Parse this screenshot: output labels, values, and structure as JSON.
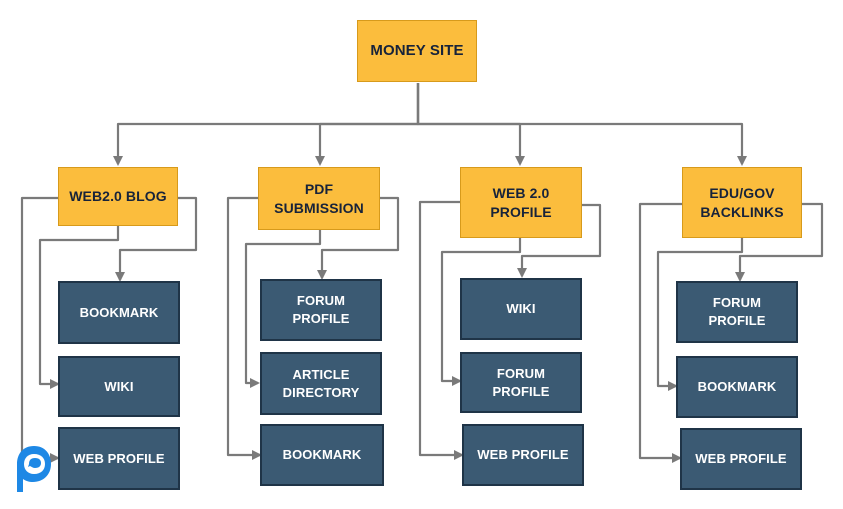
{
  "diagram": {
    "root": "MONEY SITE",
    "branches": [
      {
        "title": "WEB2.0 BLOG",
        "children": [
          "BOOKMARK",
          "WIKI",
          "WEB PROFILE"
        ]
      },
      {
        "title": "PDF SUBMISSION",
        "children": [
          "FORUM PROFILE",
          "ARTICLE DIRECTORY",
          "BOOKMARK"
        ]
      },
      {
        "title": "WEB 2.0 PROFILE",
        "children": [
          "WIKI",
          "FORUM PROFILE",
          "WEB PROFILE"
        ]
      },
      {
        "title": "EDU/GOV BACKLINKS",
        "children": [
          "FORUM PROFILE",
          "BOOKMARK",
          "WEB PROFILE"
        ]
      }
    ]
  },
  "colors": {
    "root_fill": "#fbbd3d",
    "branch_fill": "#fbbd3d",
    "leaf_fill": "#3b5a73",
    "connector": "#7a7a7a",
    "logo": "#1e88e5"
  },
  "icons": {
    "logo": "chat-bubble-logo-icon"
  }
}
